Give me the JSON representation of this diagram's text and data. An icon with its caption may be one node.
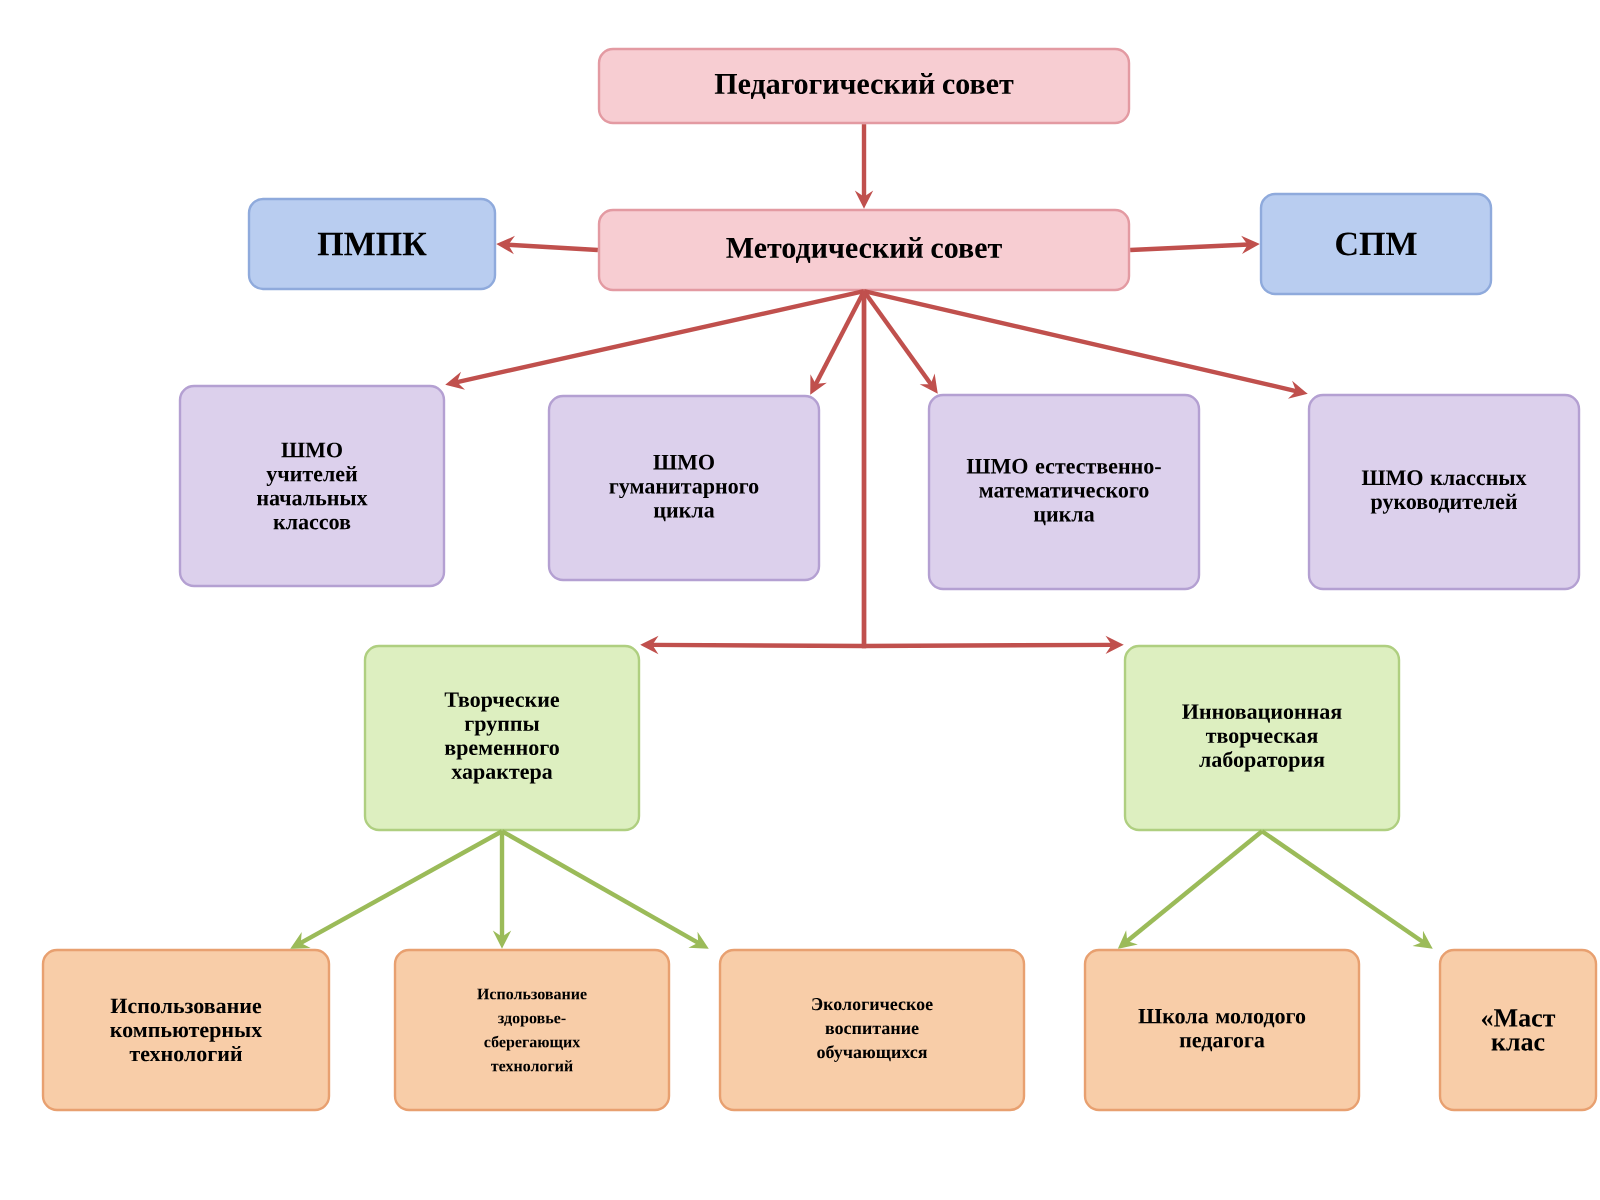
{
  "diagram": {
    "nodes": [
      {
        "text": [
          "Педагогический совет"
        ]
      },
      {
        "text": [
          "ПМПК"
        ]
      },
      {
        "text": [
          "Методический совет"
        ]
      },
      {
        "text": [
          "СПМ"
        ]
      },
      {
        "text": [
          "ШМО учителей начальных классов"
        ]
      },
      {
        "text": [
          "ШМО гуманитарного цикла"
        ]
      },
      {
        "text": [
          "ШМО естественно-математического цикла"
        ]
      },
      {
        "text": [
          "ШМО классных руководителей"
        ]
      },
      {
        "text": [
          "Творческие группы временного характера"
        ]
      },
      {
        "text": [
          "Инновационная творческая лаборатория"
        ]
      },
      {
        "text": [
          "Использование компьютерных технологий"
        ]
      },
      {
        "text": [
          "Использование здоровье-сберегающих технологий"
        ]
      },
      {
        "text": [
          "Экологическое воспитание обучающихся"
        ]
      },
      {
        "text": [
          "Школа молодого педагога"
        ]
      },
      {
        "text": [
          "«Маст клас"
        ]
      }
    ],
    "edges": [
      {
        "from": 0,
        "to": 2,
        "arrow": "to"
      },
      {
        "from": 2,
        "to": 1,
        "arrow": "to"
      },
      {
        "from": 2,
        "to": 3,
        "arrow": "to"
      },
      {
        "from": 2,
        "to": 4,
        "arrow": "to"
      },
      {
        "from": 2,
        "to": 5,
        "arrow": "to"
      },
      {
        "from": 2,
        "to": 6,
        "arrow": "to"
      },
      {
        "from": 2,
        "to": 7,
        "arrow": "to"
      },
      {
        "from": 2,
        "to": 8,
        "arrow": "to"
      },
      {
        "from": 2,
        "to": 9,
        "arrow": "to"
      },
      {
        "from": 8,
        "to": 10,
        "arrow": "to",
        "color": "#9bbb59"
      },
      {
        "from": 8,
        "to": 11,
        "arrow": "to",
        "color": "#9bbb59"
      },
      {
        "from": 8,
        "to": 12,
        "arrow": "to",
        "color": "#9bbb59"
      },
      {
        "from": 9,
        "to": 13,
        "arrow": "to",
        "color": "#9bbb59"
      },
      {
        "from": 9,
        "to": 14,
        "arrow": "to",
        "color": "#9bbb59"
      }
    ]
  }
}
